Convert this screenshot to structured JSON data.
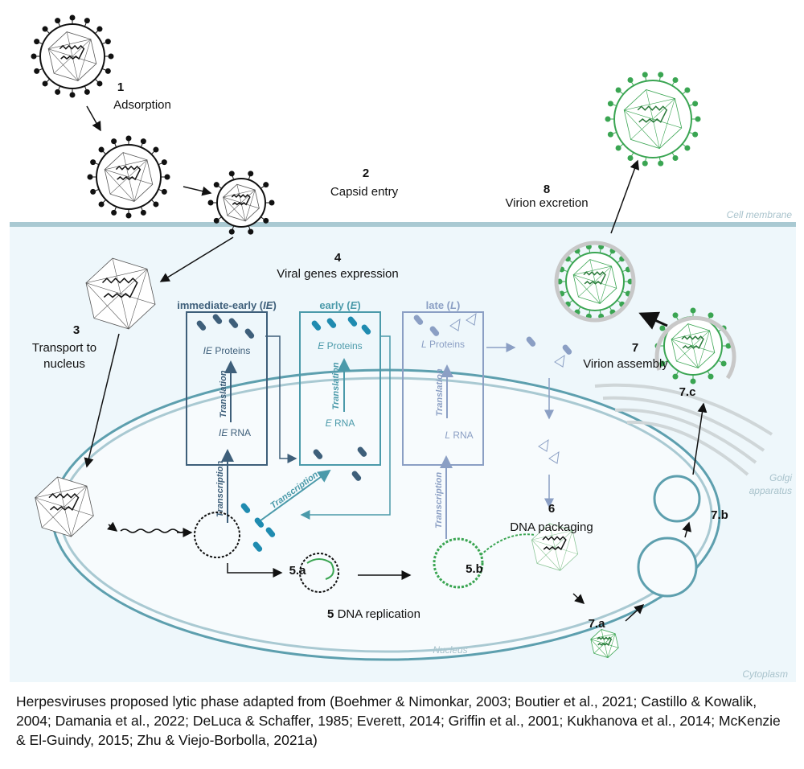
{
  "steps": {
    "s1_num": "1",
    "s1_label": "Adsorption",
    "s2_num": "2",
    "s2_label": "Capsid entry",
    "s3_num": "3",
    "s3_label_1": "Transport to",
    "s3_label_2": "nucleus",
    "s4_num": "4",
    "s4_label": "Viral genes expression",
    "s5_label_num": "5",
    "s5_label": "DNA replication",
    "s5a": "5.a",
    "s5b": "5.b",
    "s6_num": "6",
    "s6_label": "DNA packaging",
    "s7_num": "7",
    "s7_label": "Virion assembly",
    "s7a": "7.a",
    "s7b": "7.b",
    "s7c": "7.c",
    "s8_num": "8",
    "s8_label": "Virion excretion"
  },
  "regions": {
    "cell_membrane": "Cell membrane",
    "cytoplasm": "Cytoplasm",
    "nucleus": "Nucleus",
    "golgi_1": "Golgi",
    "golgi_2": "apparatus"
  },
  "genes": {
    "ie": {
      "title": "immediate-early (",
      "abbr": "IE",
      "close": ")",
      "proteins": "Proteins",
      "rna": "RNA",
      "translation": "Translation",
      "transcription": "Transcription"
    },
    "e": {
      "title": "early (",
      "abbr": "E",
      "close": ")",
      "proteins": "Proteins",
      "rna": "RNA",
      "translation": "Translation",
      "transcription": "Transcription"
    },
    "l": {
      "title": "late (",
      "abbr": "L",
      "close": ")",
      "proteins": "Proteins",
      "rna": "RNA",
      "translation": "Translation",
      "transcription": "Transcription"
    }
  },
  "colors": {
    "ie": "#3e5f7a",
    "e": "#4b9aaa",
    "l": "#8b9fc4",
    "membrane": "#a9c9d2",
    "cytoplasm": "#eef7fb",
    "nucleus_wall": "#5d9fae",
    "virion_green": "#3aa552",
    "ribosome": "#c97a6a"
  },
  "caption": "Herpesviruses proposed lytic phase adapted from (Boehmer & Nimonkar, 2003; Boutier et al., 2021; Castillo & Kowalik, 2004; Damania et al., 2022; DeLuca & Schaffer, 1985; Everett, 2014; Griffin et al., 2001; Kukhanova et al., 2014; McKenzie & El-Guindy, 2015; Zhu & Viejo-Borbolla, 2021a)"
}
